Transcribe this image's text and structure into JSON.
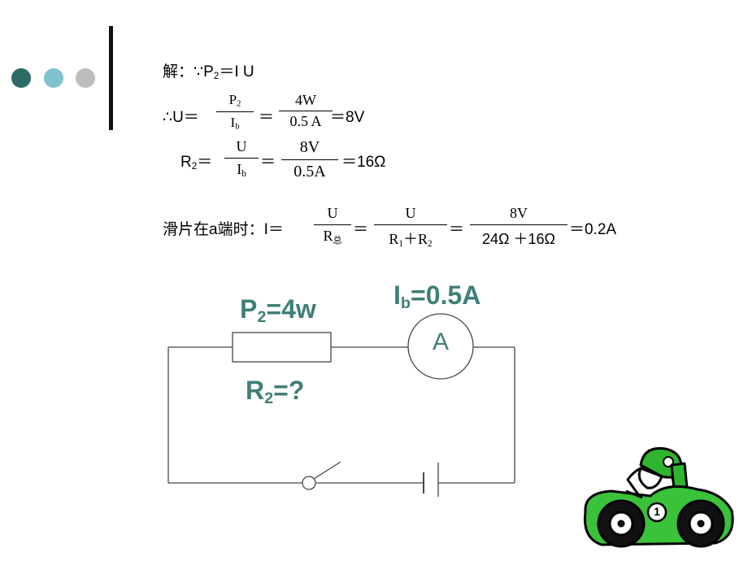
{
  "decoration": {
    "dot_colors": [
      "#2e6b67",
      "#7fc3cc",
      "#bdbdbd"
    ]
  },
  "solution": {
    "line1": {
      "prefix": "解：∵P",
      "sub": "2",
      "suffix": "＝I U"
    },
    "line2": {
      "lead": "∴U＝",
      "f1_num": "P",
      "f1_num_sub": "2",
      "f1_den": "I",
      "f1_den_sub": "b",
      "eq": "＝",
      "f2_num": "4W",
      "f2_den": "0.5 A",
      "result": "＝8V"
    },
    "line3": {
      "lead": "R",
      "lead_sub": "2",
      "lead_eq": "＝",
      "f1_num": "U",
      "f1_den": "I",
      "f1_den_sub": "b",
      "eq": "＝",
      "f2_num": "8V",
      "f2_den": "0.5A",
      "result": "＝16Ω"
    },
    "line4": {
      "lead": "滑片在a端时：I＝",
      "f1_num": "U",
      "f1_den": "R",
      "f1_den_sub": "总",
      "eq1": "＝",
      "f2_num": "U",
      "f2_den_a": "R",
      "f2_den_a_sub": "1",
      "f2_den_plus": "＋R",
      "f2_den_b_sub": "2",
      "eq2": "＝",
      "f3_num": "8V",
      "f3_den": "24Ω ＋16Ω",
      "result": "＝0.2A"
    }
  },
  "circuit": {
    "power_label": "P",
    "power_sub": "2",
    "power_value": "=4w",
    "current_label": "I",
    "current_sub": "b",
    "current_value": "=0.5A",
    "resistor_label": "R",
    "resistor_sub": "2",
    "resistor_value": "=?",
    "ammeter_symbol": "A",
    "accent_color": "#3f7f78"
  },
  "car_badge": "1"
}
